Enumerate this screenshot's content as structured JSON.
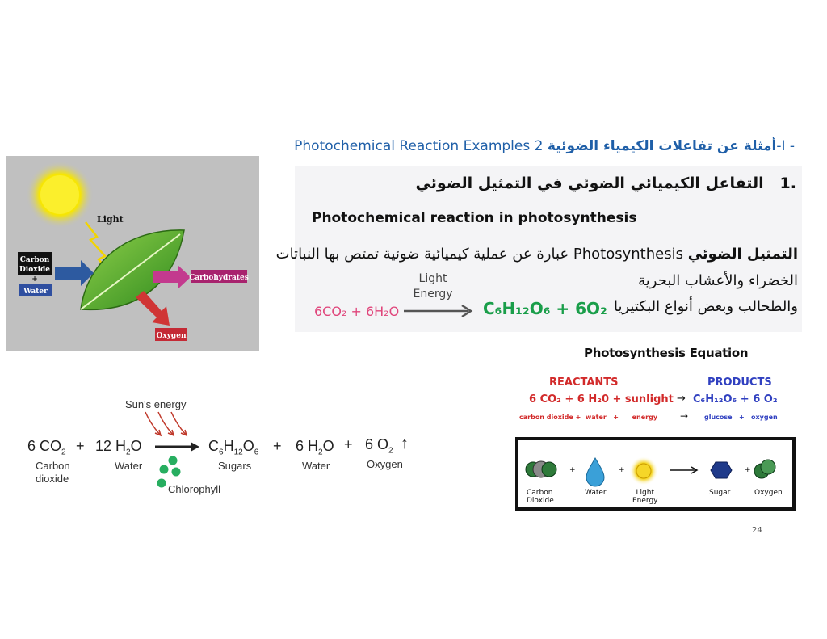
{
  "heading": {
    "number": "2-I -",
    "arabic": "أمثلة عن تفاعلات الكيمياء الضوئية",
    "english": "Photochemical Reaction Examples"
  },
  "section": {
    "item_number": ".1",
    "item_arabic": "التفاعل الكيميائي الضوئي في التمثيل الضوئي",
    "item_english": "Photochemical reaction in photosynthesis",
    "line1_bold": "التمثيل الضوئي",
    "line1_english": "Photosynthesis",
    "line1_rest": "عبارة عن عملية كيميائية ضوئية تمتص بها النباتات",
    "line2": "الخضراء والأعشاب البحرية",
    "line3": "والطحالب وبعض أنواع البكتيريا",
    "reactants": "6CO₂ + 6H₂O",
    "arrow_label_line1": "Light",
    "arrow_label_line2": "Energy",
    "products": "C₆H₁₂O₆ + 6O₂"
  },
  "leaf_diagram": {
    "light": "Light",
    "carbon": "Carbon",
    "dioxide": "Dioxide",
    "plus": "+",
    "water": "Water",
    "carbohydrates": "Carbohydrates",
    "oxygen": "Oxygen"
  },
  "equation_graphic": {
    "title": "Photosynthesis Equation",
    "reactants_label": "REACTANTS",
    "products_label": "PRODUCTS",
    "reactants_formula": "6 CO₂ + 6 H₂0 + sunlight",
    "arrow": "→",
    "products_formula": "C₆H₁₂O₆ + 6 O₂",
    "reactants_words": "carbon dioxide +  water   +      energy",
    "products_words": "glucose   +   oxygen",
    "icons": {
      "carbon_line1": "Carbon",
      "carbon_line2": "Dioxide",
      "water": "Water",
      "light_line1": "Light",
      "light_line2": "Energy",
      "sugar": "Sugar",
      "oxygen": "Oxygen",
      "plus": "+"
    }
  },
  "bottom_equation": {
    "suns_energy": "Sun's energy",
    "co2_coef": "6",
    "co2": "CO",
    "co2_sub": "2",
    "plus": "+",
    "h2o_coef": "12",
    "h2o": "H",
    "h2o_sub": "2",
    "h2o_o": "O",
    "glucose": "C",
    "glucose_6a": "6",
    "glucose_h": "H",
    "glucose_12": "12",
    "glucose_o": "O",
    "glucose_6b": "6",
    "water_coef": "6",
    "water_h": "H",
    "water_sub": "2",
    "water_o": "O",
    "o2_coef": "6",
    "o2": "O",
    "o2_sub": "2",
    "up_arrow": "↑",
    "label_carbon": "Carbon",
    "label_dioxide": "dioxide",
    "label_water": "Water",
    "label_sugars": "Sugars",
    "label_water2": "Water",
    "label_oxygen": "Oxygen",
    "label_chlorophyll": "Chlorophyll"
  },
  "page_number": "24",
  "colors": {
    "heading_blue": "#1f5fa8",
    "reactant_pink": "#e0457b",
    "product_green": "#1a9e4a",
    "reactant_red": "#d22a2a",
    "product_blue": "#3040c0"
  }
}
